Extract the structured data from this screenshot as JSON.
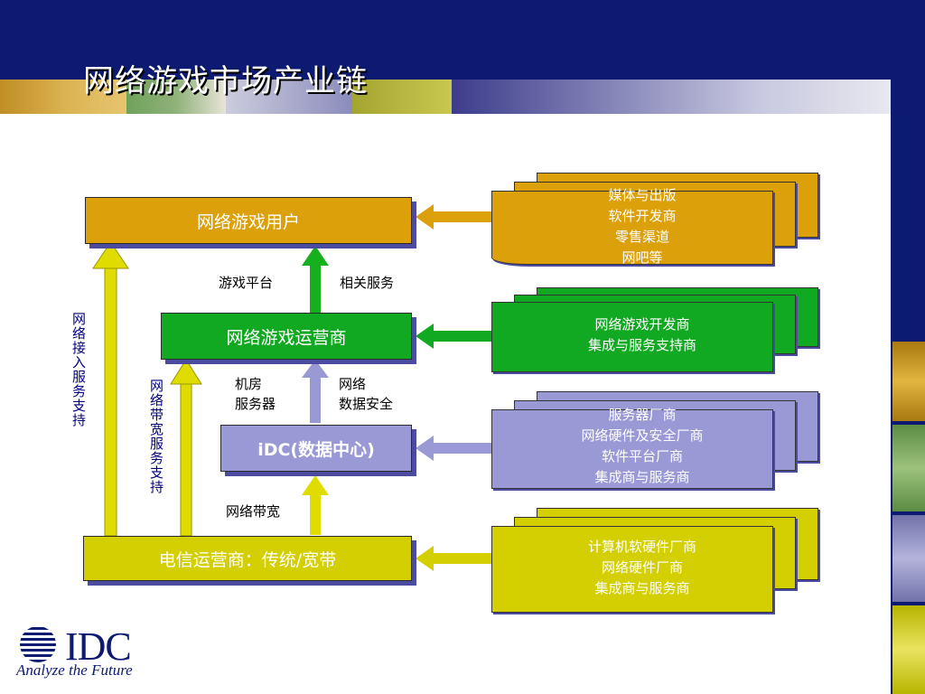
{
  "title": "网络游戏市场产业链",
  "chain": {
    "users": "网络游戏用户",
    "operator": "网络游戏运营商",
    "idc": "iDC(数据中心)",
    "telecom": "电信运营商：传统/宽带"
  },
  "edge_labels": {
    "game_platform": "游戏平台",
    "related_services": "相关服务",
    "server_room": [
      "机房",
      "服务器"
    ],
    "network_security": [
      "网络",
      "数据安全"
    ],
    "bandwidth": "网络带宽"
  },
  "side_labels": {
    "access": "网络接入服务支持",
    "broadband": "网络带宽服务支持"
  },
  "suppliers": {
    "media": [
      "媒体与出版",
      "软件开发商",
      "零售渠道",
      "网吧等"
    ],
    "developers": [
      "网络游戏开发商",
      "集成与服务支持商"
    ],
    "hardware": [
      "服务器厂商",
      "网络硬件及安全厂商",
      "软件平台厂商",
      "集成商与服务商"
    ],
    "computers": [
      "计算机软硬件厂商",
      "网络硬件厂商",
      "集成商与服务商"
    ]
  },
  "logo": {
    "name": "IDC",
    "tagline": "Analyze the Future"
  },
  "colors": {
    "header": "#0c1a72",
    "orange": "#dca00a",
    "green": "#12a922",
    "lavender": "#9999d6",
    "yellow": "#d4cf00",
    "arrow_yellow": "#e0dc00",
    "arrow_green": "#16b01e"
  }
}
